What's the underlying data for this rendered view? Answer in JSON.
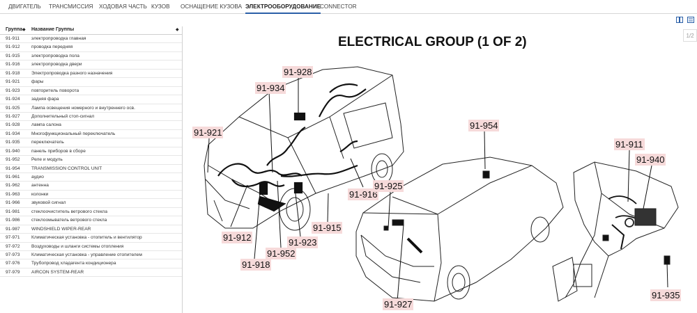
{
  "tabs": [
    {
      "label": "ДВИГАТЕЛЬ",
      "active": false
    },
    {
      "label": "ТРАНСМИССИЯ",
      "active": false
    },
    {
      "label": "ХОДОВАЯ ЧАСТЬ",
      "active": false
    },
    {
      "label": "КУЗОВ",
      "active": false
    },
    {
      "label": "ОСНАЩЕНИЕ КУЗОВА",
      "active": false
    },
    {
      "label": "ЭЛЕКТРООБОРУДОВАНИЕ",
      "active": true
    },
    {
      "label": "CONNECTOR",
      "active": false
    }
  ],
  "sidebar": {
    "col_group": "Группа",
    "col_name": "Название Группы",
    "rows": [
      {
        "code": "91-911",
        "name": "электропроводка главная"
      },
      {
        "code": "91-912",
        "name": "проводка передняя"
      },
      {
        "code": "91-915",
        "name": "электропроводка пола"
      },
      {
        "code": "91-916",
        "name": "электропроводка двери"
      },
      {
        "code": "91-918",
        "name": "Электропроводка разного назначения"
      },
      {
        "code": "91-921",
        "name": "фары"
      },
      {
        "code": "91-923",
        "name": "повторитель поворота"
      },
      {
        "code": "91-924",
        "name": "задняя фара"
      },
      {
        "code": "91-925",
        "name": "Лампа освещения номерного и внутреннего осв."
      },
      {
        "code": "91-927",
        "name": "Дополнительный стоп-сигнал"
      },
      {
        "code": "91-928",
        "name": "лампа салона"
      },
      {
        "code": "91-934",
        "name": "Многофункциональный переключатель"
      },
      {
        "code": "91-935",
        "name": "переключатель"
      },
      {
        "code": "91-940",
        "name": "панель приборов в сборе"
      },
      {
        "code": "91-952",
        "name": "Реле и модуль"
      },
      {
        "code": "91-954",
        "name": "TRANSMISSION CONTROL UNIT"
      },
      {
        "code": "91-961",
        "name": "аудио"
      },
      {
        "code": "91-962",
        "name": "антенна"
      },
      {
        "code": "91-963",
        "name": "колонки"
      },
      {
        "code": "91-966",
        "name": "звуковой сигнал"
      },
      {
        "code": "91-981",
        "name": "стеклоочиститель ветрового стекла"
      },
      {
        "code": "91-986",
        "name": "стеклоомыватель ветрового стекла"
      },
      {
        "code": "91-987",
        "name": "WINDSHIELD WIPER-REAR"
      },
      {
        "code": "97-971",
        "name": "Климатическая установка - отопитель и вентилятор"
      },
      {
        "code": "97-972",
        "name": "Воздуховоды и шланги системы отопления"
      },
      {
        "code": "97-973",
        "name": "Климатическая установка - управление отопителем"
      },
      {
        "code": "97-976",
        "name": "Трубопровод хладагента кондиционера"
      },
      {
        "code": "97-979",
        "name": "AIRCON SYSTEM-REAR"
      }
    ]
  },
  "page_indicator": "1/2",
  "diagram": {
    "title": "ELECTRICAL GROUP (1 OF 2)",
    "callouts": [
      "91-928",
      "91-934",
      "91-921",
      "91-912",
      "91-918",
      "91-952",
      "91-923",
      "91-915",
      "91-916",
      "91-925",
      "91-954",
      "91-927",
      "91-911",
      "91-940",
      "91-935"
    ]
  },
  "colors": {
    "accent": "#2a5fa8",
    "callout_bg": "#f6dada",
    "harness": "#111111"
  }
}
